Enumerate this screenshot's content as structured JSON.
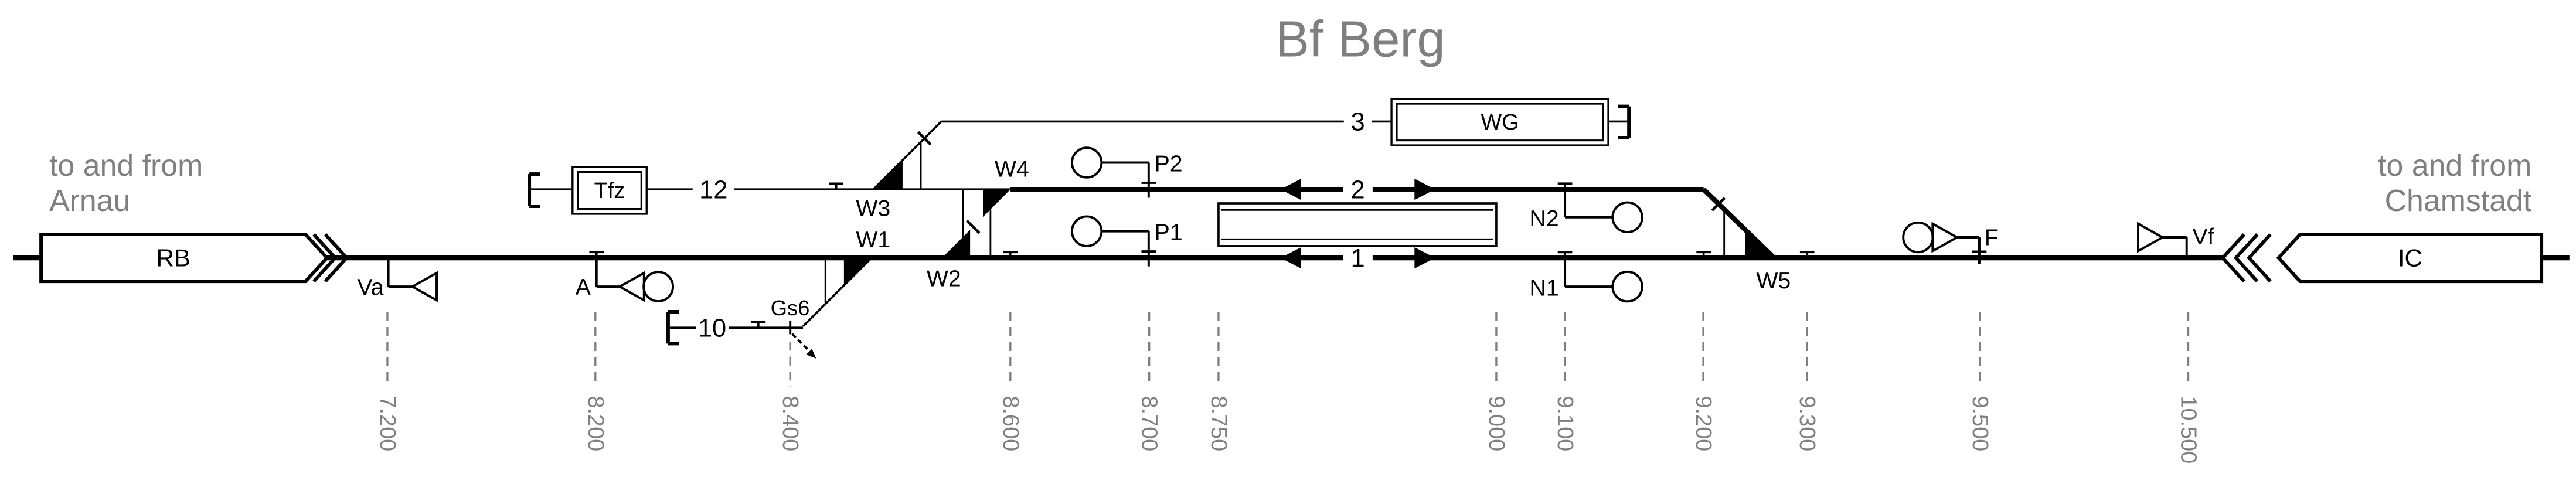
{
  "title": "Bf Berg",
  "colors": {
    "ink": "#000000",
    "muted": "#7f7f7f",
    "background": "#ffffff"
  },
  "corners": {
    "left": {
      "line1": "to and from",
      "line2": "Arnau"
    },
    "right": {
      "line1": "to and from",
      "line2": "Chamstadt"
    }
  },
  "boxes": {
    "rb": "RB",
    "ic": "IC",
    "tfz": "Tfz",
    "wg": "WG"
  },
  "tracks": {
    "t1": "1",
    "t2": "2",
    "t3": "3",
    "t10": "10",
    "t12": "12"
  },
  "switches": {
    "w1": "W1",
    "w2": "W2",
    "w3": "W3",
    "w4": "W4",
    "w5": "W5"
  },
  "signals": {
    "va": "Va",
    "a": "A",
    "p1": "P1",
    "p2": "P2",
    "n1": "N1",
    "n2": "N2",
    "f": "F",
    "vf": "Vf",
    "gs6": "Gs6"
  },
  "km_marks": [
    {
      "value": "7.200"
    },
    {
      "value": "8.200"
    },
    {
      "value": "8.400"
    },
    {
      "value": "8.600"
    },
    {
      "value": "8.700"
    },
    {
      "value": "8.750"
    },
    {
      "value": "9.000"
    },
    {
      "value": "9.100"
    },
    {
      "value": "9.200"
    },
    {
      "value": "9.300"
    },
    {
      "value": "9.500"
    },
    {
      "value": "10.500"
    }
  ]
}
